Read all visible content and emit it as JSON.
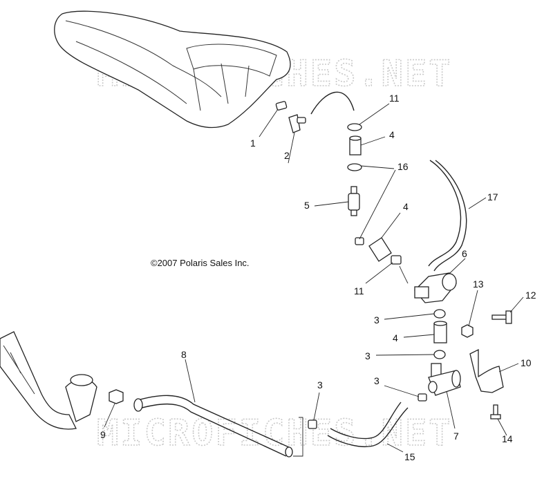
{
  "copyright": "©2007 Polaris Sales Inc.",
  "watermark_text": "MICROFICHES.NET",
  "callouts": {
    "c1": "1",
    "c2": "2",
    "c3a": "3",
    "c3b": "3",
    "c3c": "3",
    "c3d": "3",
    "c4a": "4",
    "c4b": "4",
    "c4c": "4",
    "c5": "5",
    "c6": "6",
    "c7": "7",
    "c8": "8",
    "c9": "9",
    "c10": "10",
    "c11a": "11",
    "c11b": "11",
    "c12": "12",
    "c13": "13",
    "c14": "14",
    "c15": "15",
    "c16": "16",
    "c17": "17"
  }
}
